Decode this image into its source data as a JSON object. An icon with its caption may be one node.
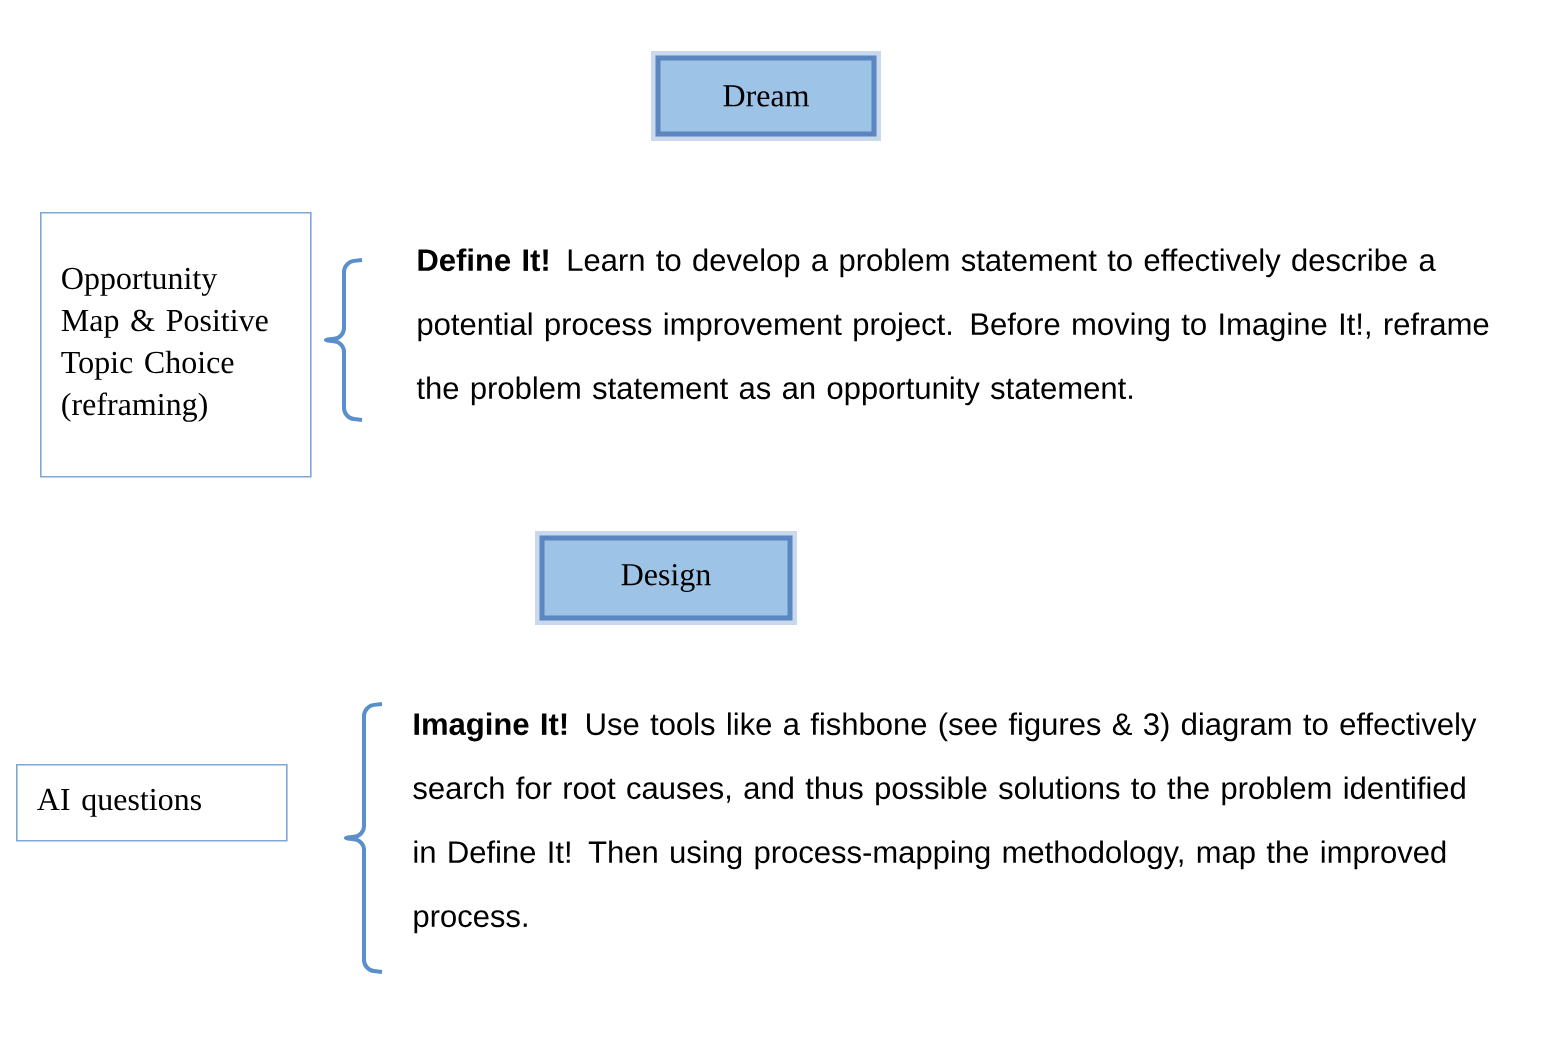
{
  "diagram": {
    "nodes": [
      {
        "text": [
          "Dream"
        ]
      },
      {
        "text": [
          "Opportunity Map & Positive Topic Choice (reframing)"
        ]
      },
      {
        "text": [
          "Design"
        ]
      },
      {
        "text": [
          "AI questions"
        ]
      }
    ],
    "labels": [
      "**Define It!** Learn to develop a problem statement to effectively describe a potential process improvement project. Before moving to Imagine It!, reframe the problem statement as an opportunity statement.",
      "**Imagine It!** Use tools like a fishbone (see figures & 3) diagram to effectively search for root causes, and thus possible solutions to the problem identified in Define It! Then using process-mapping methodology, map the improved process."
    ]
  }
}
